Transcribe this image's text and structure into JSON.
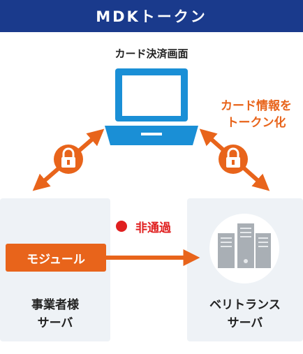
{
  "header": {
    "title": "MDKトークン"
  },
  "payment_screen": {
    "label": "カード決済画面"
  },
  "tokenize_note": {
    "line1": "カード情報を",
    "line2": "トークン化"
  },
  "merchant_server": {
    "line1": "事業者様",
    "line2": "サーバ"
  },
  "module": {
    "label": "モジュール"
  },
  "status": {
    "label": "非通過"
  },
  "veritrans_server": {
    "line1": "ベリトランス",
    "line2": "サーバ"
  },
  "colors": {
    "header_bg": "#1a3a8c",
    "accent": "#e8641b",
    "laptop": "#1a8fd6",
    "alert": "#e02020",
    "box_bg": "#eef2f6"
  },
  "icons": [
    "laptop-icon",
    "lock-icon",
    "server-icon",
    "status-dot-icon"
  ]
}
